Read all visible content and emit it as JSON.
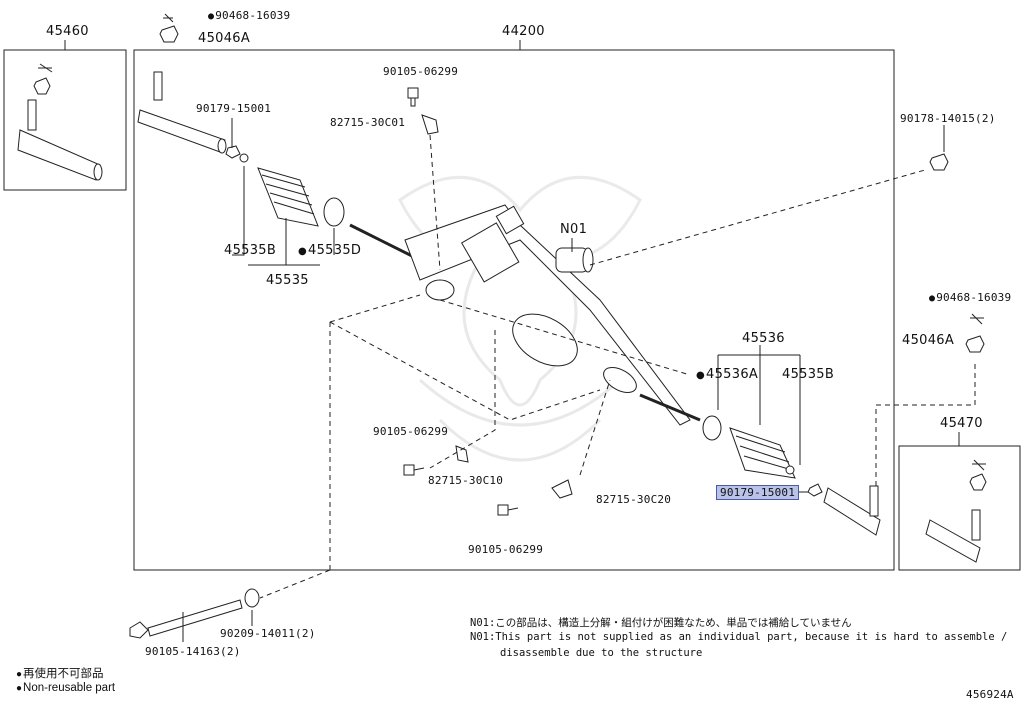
{
  "boxes": {
    "left_box_part": "45460",
    "main_box_part": "44200",
    "right_box_part": "45470"
  },
  "labels": {
    "top_clip": "90468-16039",
    "top_nut": "45046A",
    "bolt_top": "90105-06299",
    "bracket_top": "82715-30C01",
    "nut_left_end": "90179-15001",
    "nut_right_top": "90178-14015(2)",
    "n01": "N01",
    "boot_small_left": "45535B",
    "boot_clamp_left": "45535D",
    "boot_set_left": "45535",
    "right_clip": "90468-16039",
    "right_nut": "45046A",
    "boot_set_right": "45536",
    "boot_clamp_right": "45536A",
    "boot_small_right": "45535B",
    "right_box_label": "45470",
    "bolt_mid": "90105-06299",
    "bracket_mid": "82715-30C10",
    "bracket_low": "82715-30C20",
    "bolt_low": "90105-06299",
    "nut_highlighted": "90179-15001",
    "long_bolt": "90105-14163(2)",
    "washer": "90209-14011(2)"
  },
  "notes": {
    "line1": "N01:この部品は、構造上分解・組付けが困難なため、単品では補給していません",
    "line2": "N01:This part is not supplied as an individual part, because it is hard to assemble /",
    "line3": "disassemble due to the structure"
  },
  "legend": {
    "jp": "再使用不可部品",
    "en": "Non-reusable part"
  },
  "diagram_id": "456924A"
}
